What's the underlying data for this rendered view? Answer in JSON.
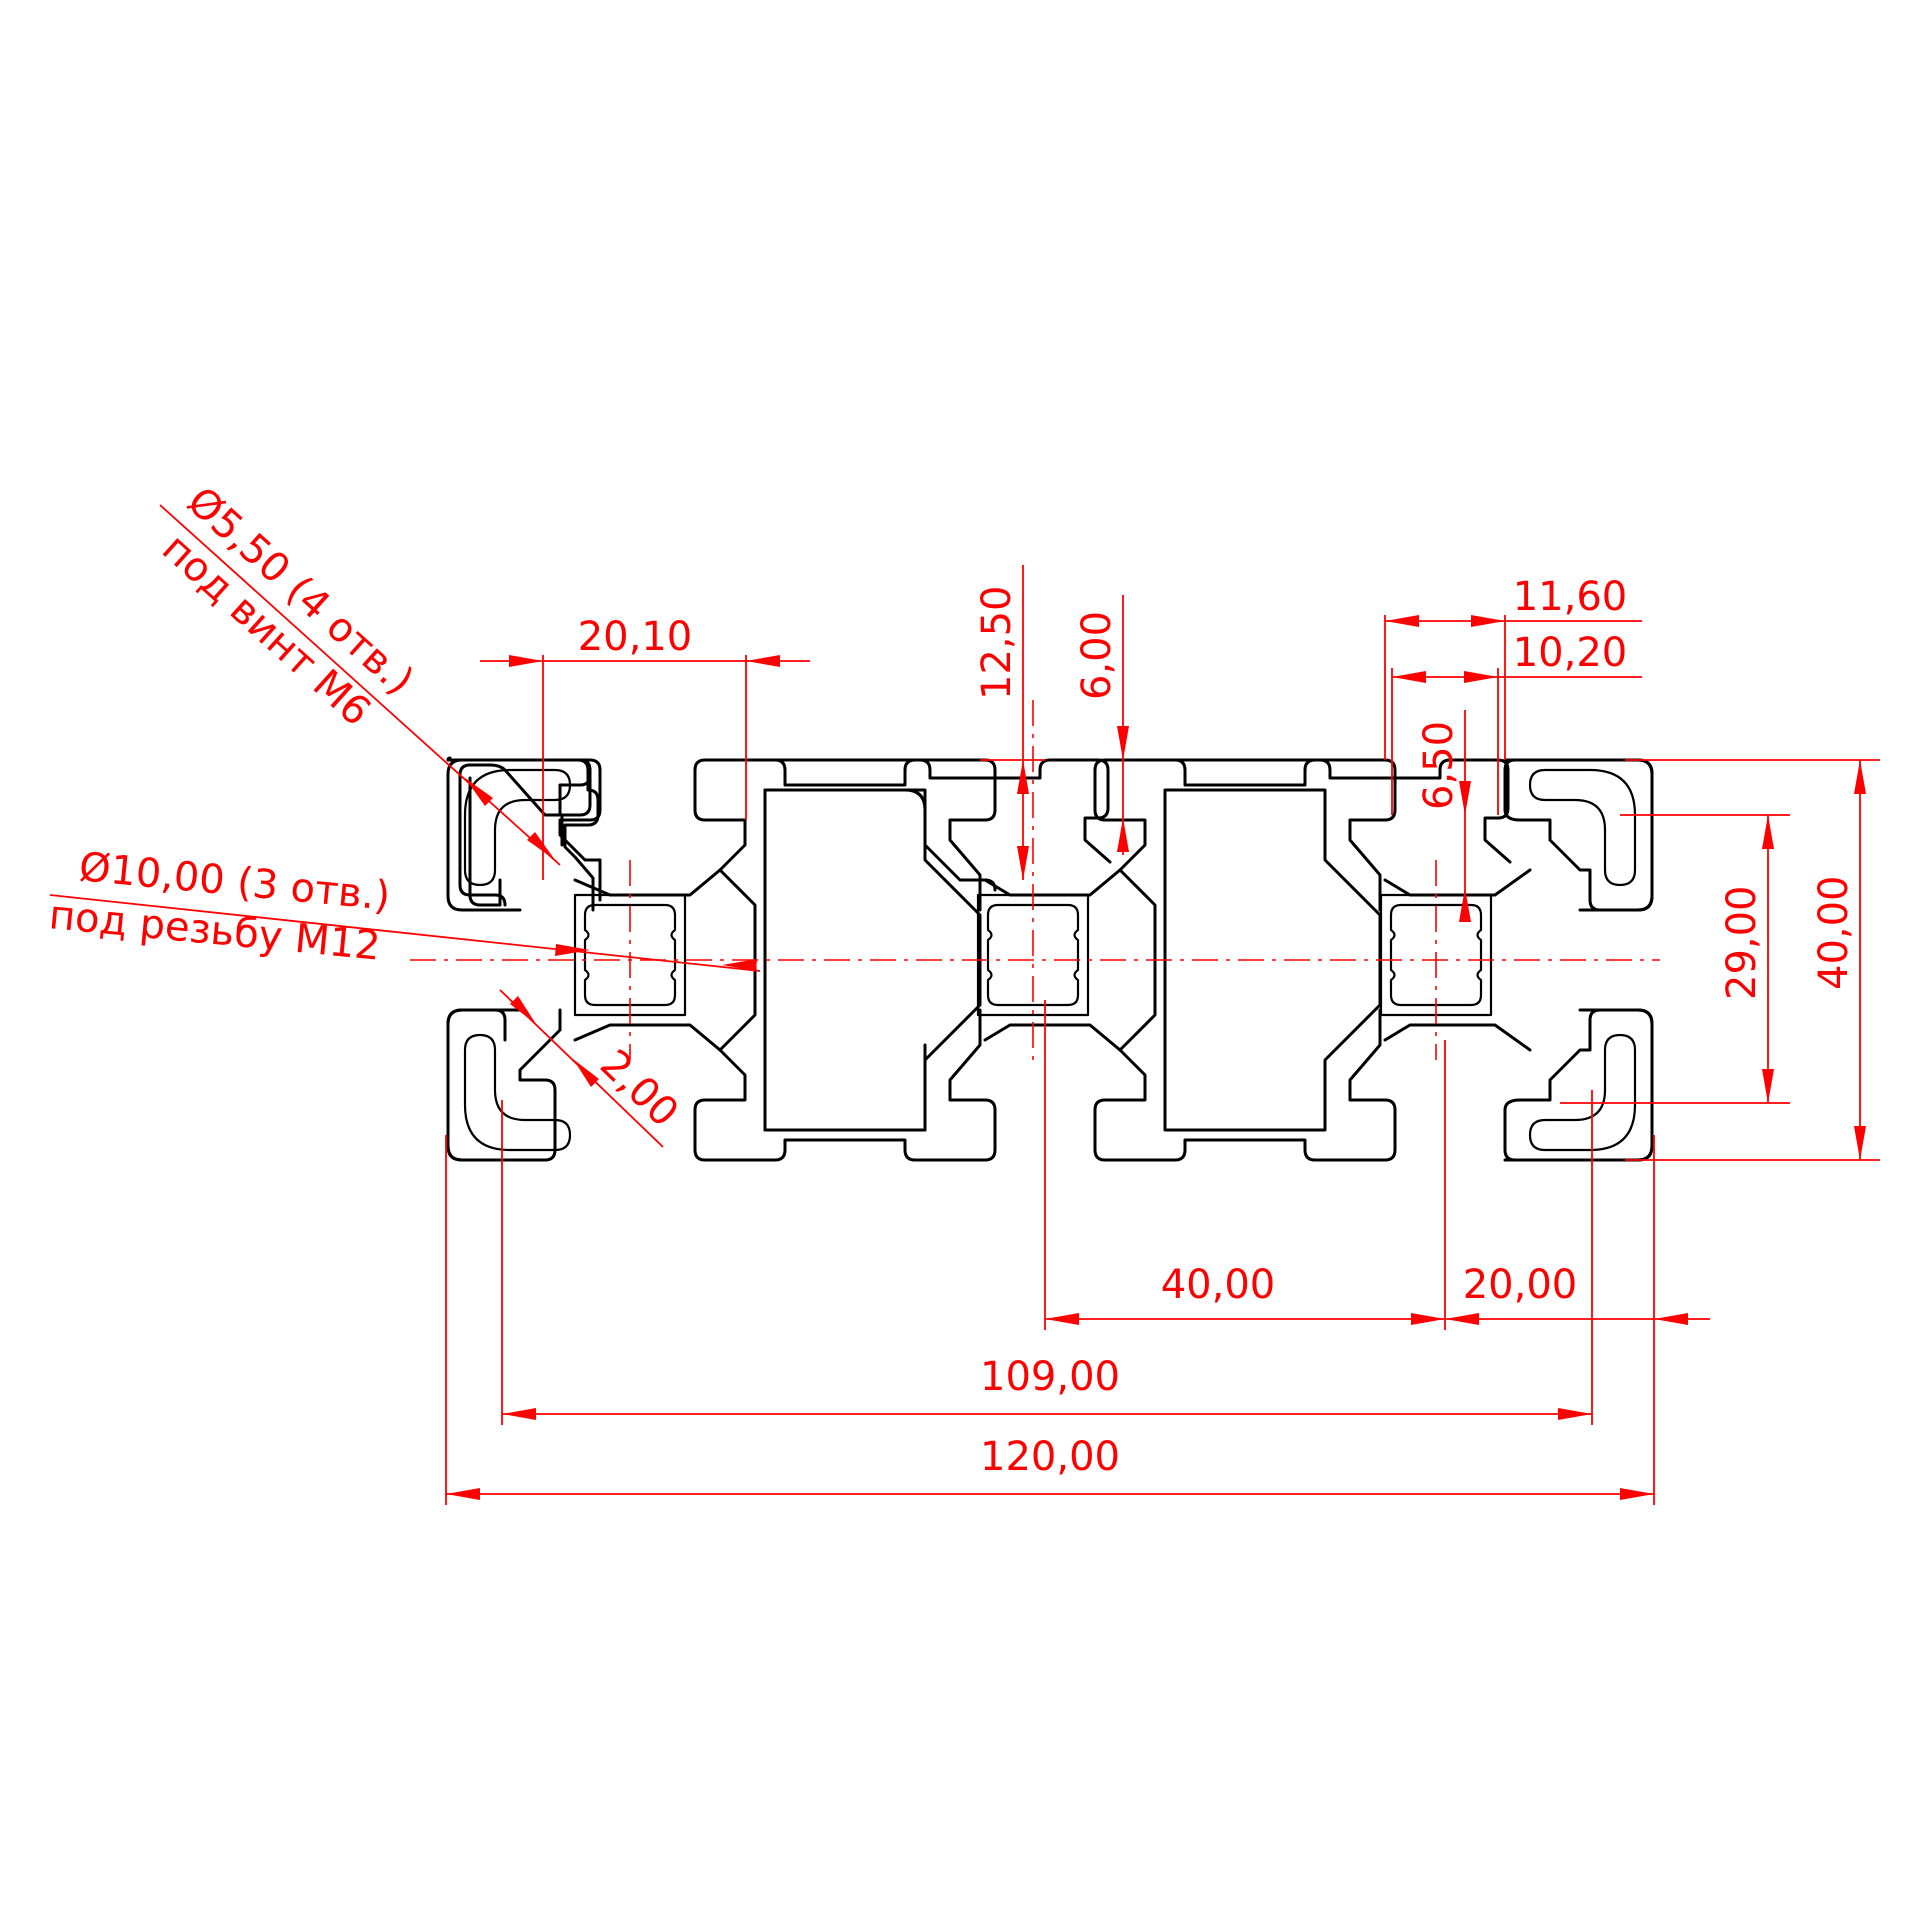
{
  "colors": {
    "dimension": "#ff0000",
    "outline": "#000000",
    "background": "#ffffff"
  },
  "dimensions": {
    "total_width": "120,00",
    "hole_span": "109,00",
    "pitch_40": "40,00",
    "pitch_20": "20,00",
    "slot_top_width": "20,10",
    "slot_depth": "12,50",
    "slot_lip": "6,00",
    "opening_11": "11,60",
    "opening_10": "10,20",
    "offset_650": "6,50",
    "height_29": "29,00",
    "height_40": "40,00",
    "wall": "2,00"
  },
  "callouts": {
    "small_hole_size": "Ø5,50 (4 отв.)",
    "small_hole_note": "под винт M6",
    "big_hole_size": "Ø10,00 (3 отв.)",
    "big_hole_note": "под резьбу M12"
  }
}
